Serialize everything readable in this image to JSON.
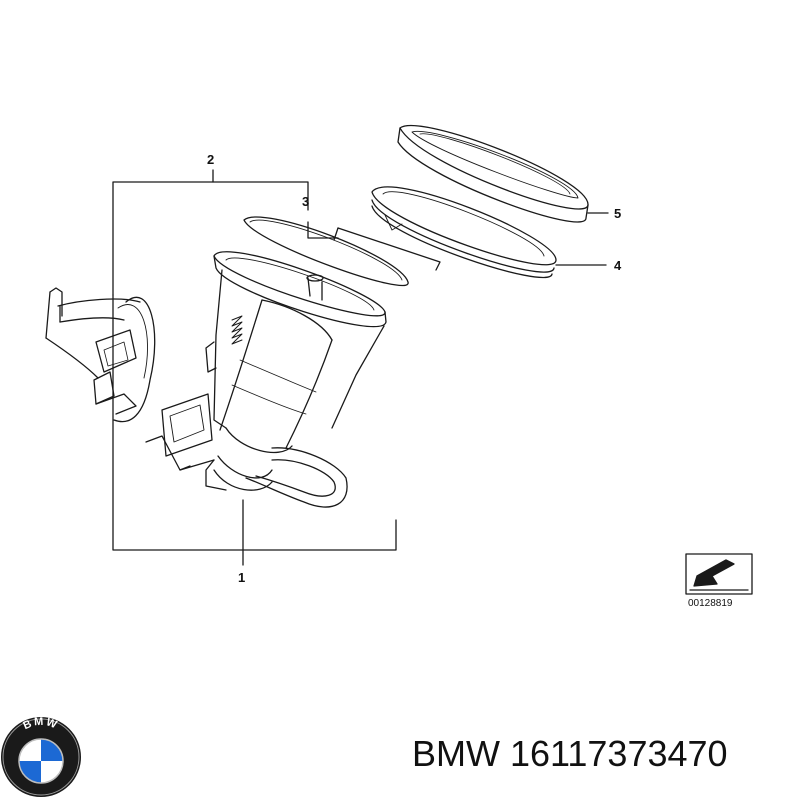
{
  "diagram": {
    "callouts": {
      "c1": "1",
      "c2": "2",
      "c3": "3",
      "c4": "4",
      "c5": "5"
    },
    "reference_number": "00128819"
  },
  "brand": {
    "logo_text": "BMW",
    "part_number": "BMW 16117373470"
  },
  "colors": {
    "line": "#1a1a1a",
    "background": "#ffffff",
    "logo_blue": "#1c69d4"
  }
}
